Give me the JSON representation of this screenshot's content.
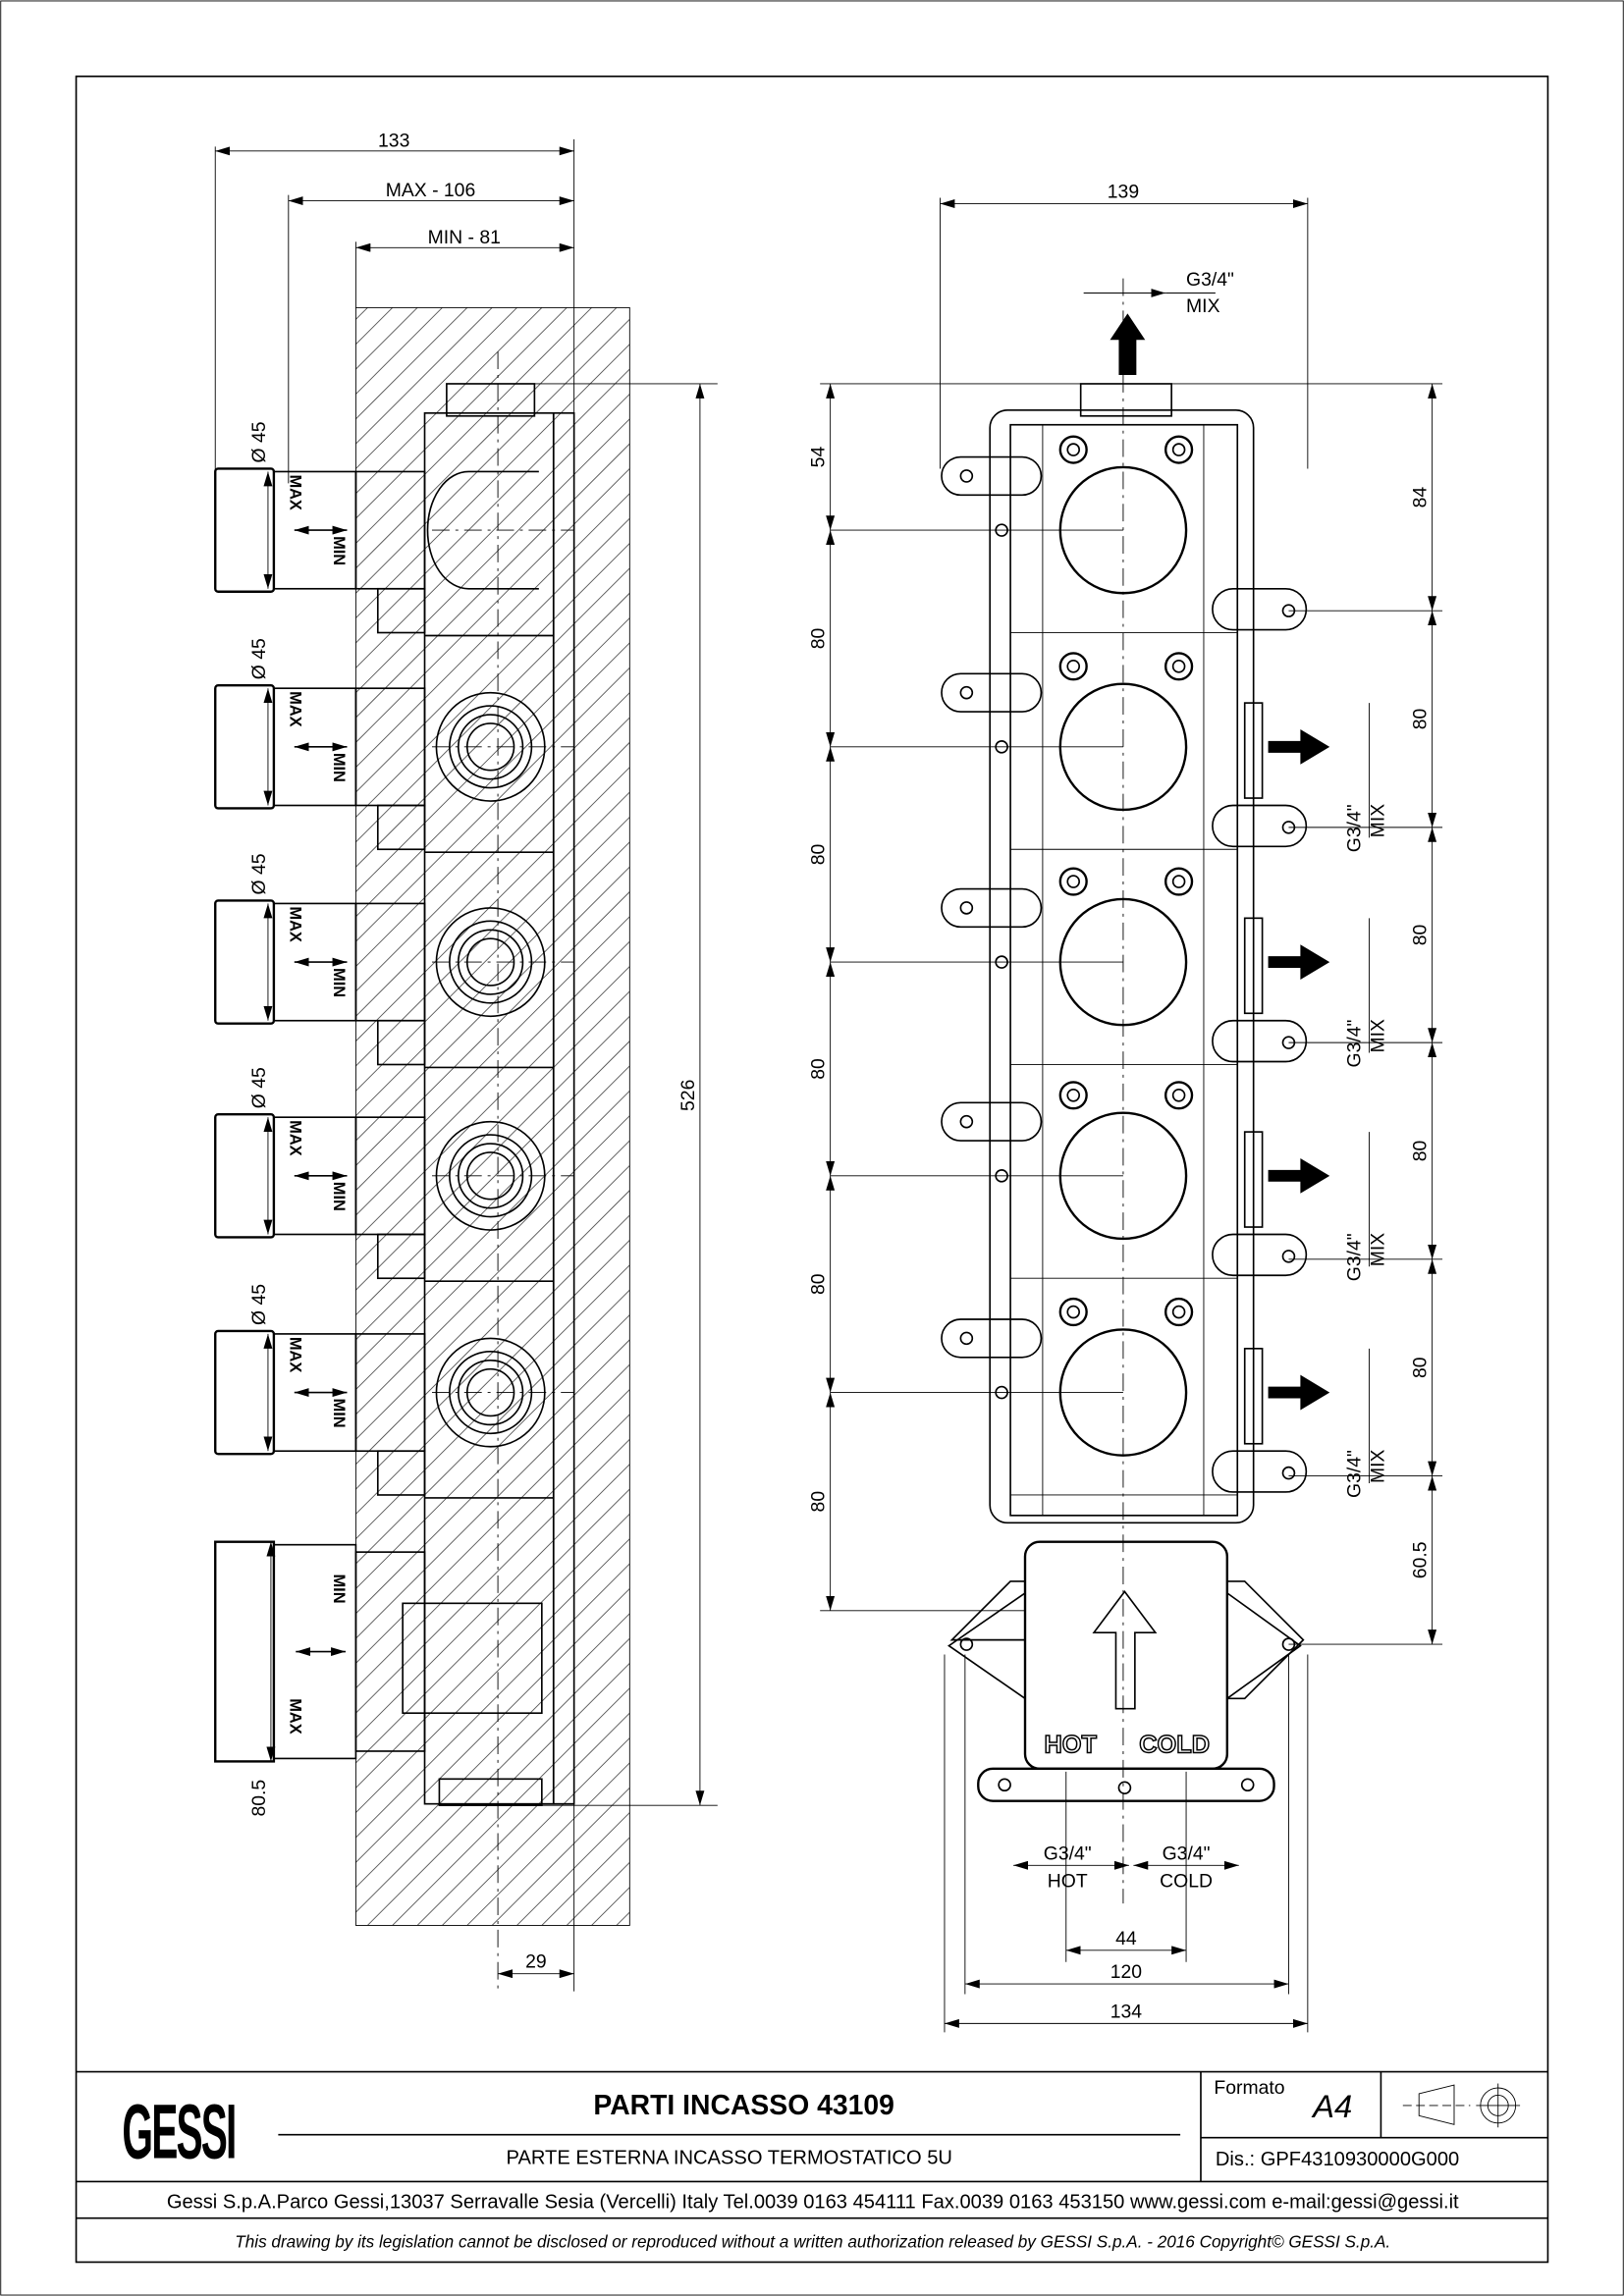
{
  "side_view": {
    "dim_total": "133",
    "dim_max": "MAX - 106",
    "dim_min": "MIN - 81",
    "dim_height": "526",
    "dim_wall": "29",
    "dim_diverter": "80.5",
    "knob_diameter": "Ø 45",
    "max_label": "MAX",
    "min_label": "MIN",
    "knob_count": 5
  },
  "front_view": {
    "dim_width_top": "139",
    "outlet_top": {
      "thread": "G3/4\"",
      "label": "MIX"
    },
    "left_dims": [
      "54",
      "80",
      "80",
      "80",
      "80",
      "80"
    ],
    "right_dims": [
      "84",
      "80",
      "80",
      "80",
      "80",
      "60.5"
    ],
    "side_outlets": [
      {
        "thread": "G3/4\"",
        "label": "MIX"
      },
      {
        "thread": "G3/4\"",
        "label": "MIX"
      },
      {
        "thread": "G3/4\"",
        "label": "MIX"
      },
      {
        "thread": "G3/4\"",
        "label": "MIX"
      }
    ],
    "plate_hot": "HOT",
    "plate_cold": "COLD",
    "inlet_hot": {
      "thread": "G3/4\"",
      "label": "HOT"
    },
    "inlet_cold": {
      "thread": "G3/4\"",
      "label": "COLD"
    },
    "dim_inlets": "44",
    "dim_120": "120",
    "dim_134": "134"
  },
  "title_block": {
    "logo": "GESSI",
    "title": "PARTI INCASSO 43109",
    "subtitle": "PARTE ESTERNA INCASSO TERMOSTATICO 5U",
    "format_label": "Formato",
    "format_value": "A4",
    "drawing_number": "Dis.: GPF4310930000G000",
    "address": "Gessi S.p.A.Parco Gessi,13037 Serravalle Sesia (Vercelli) Italy Tel.0039 0163 454111 Fax.0039 0163 453150 www.gessi.com e-mail:gessi@gessi.it",
    "disclaimer": "This drawing by its legislation cannot be disclosed or reproduced without a written authorization released by GESSI S.p.A. - 2016 Copyright© GESSI S.p.A."
  }
}
